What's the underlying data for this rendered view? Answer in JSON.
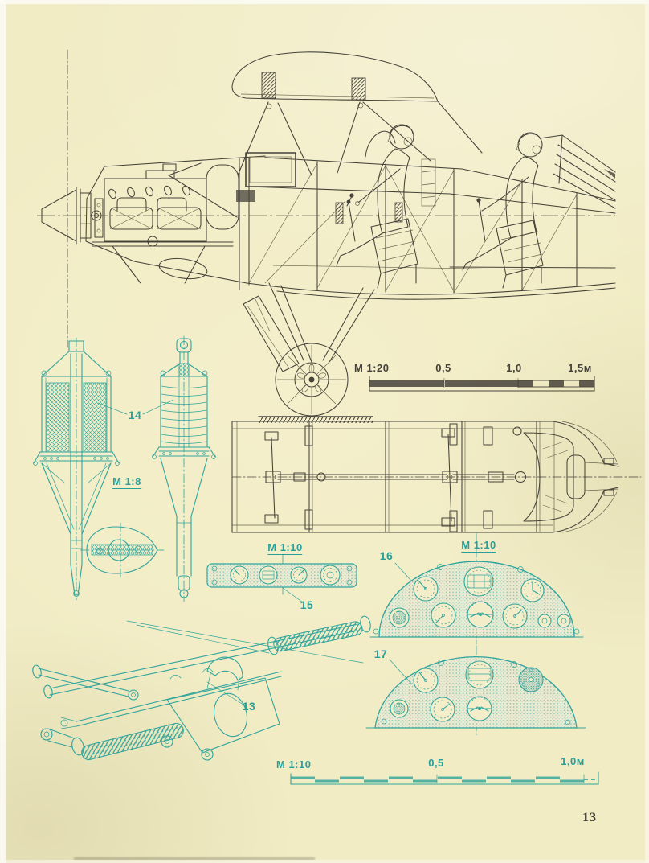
{
  "page": {
    "number": "13"
  },
  "colors": {
    "paper": "#f1ecc4",
    "ink": "#45423a",
    "cyan": "#2fa49c"
  },
  "figures": {
    "side_view_scalebar": {
      "label": "М 1:20",
      "ticks": [
        "0,5",
        "1,0",
        "1,5м"
      ]
    },
    "shock_absorbers": {
      "scale": "М 1:8",
      "callout": "14"
    },
    "instrument_strip": {
      "scale": "М 1:10",
      "callout": "15"
    },
    "instrument_panel_upper": {
      "scale": "М 1:10",
      "callout": "16"
    },
    "instrument_panel_lower": {
      "callout": "17"
    },
    "axle_assembly": {
      "callout": "13"
    },
    "bottom_scalebar": {
      "label": "М 1:10",
      "ticks": [
        "0,5",
        "1,0м"
      ]
    }
  }
}
